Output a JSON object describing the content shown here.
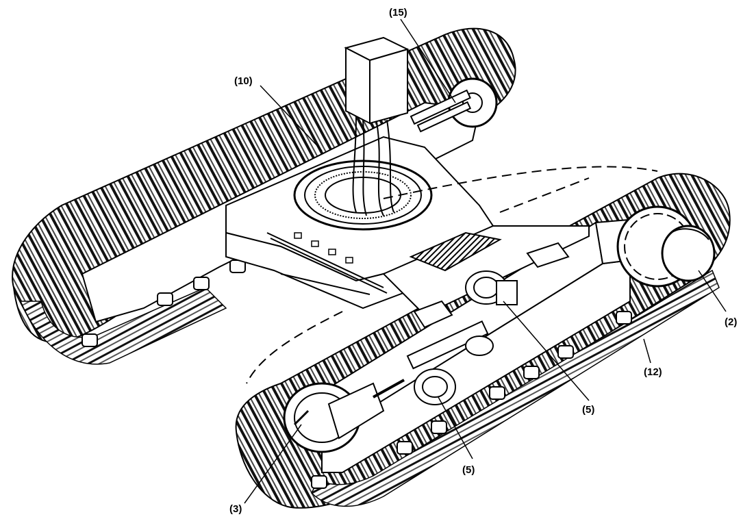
{
  "callouts": [
    {
      "id": "lbl-15",
      "text": "(15)"
    },
    {
      "id": "lbl-10",
      "text": "(10)"
    },
    {
      "id": "lbl-2",
      "text": "(2)"
    },
    {
      "id": "lbl-12",
      "text": "(12)"
    },
    {
      "id": "lbl-5a",
      "text": "(5)"
    },
    {
      "id": "lbl-5b",
      "text": "(5)"
    },
    {
      "id": "lbl-3",
      "text": "(3)"
    }
  ],
  "colors": {
    "line": "#000000",
    "background": "#ffffff",
    "shade": "#2a2a2a"
  }
}
